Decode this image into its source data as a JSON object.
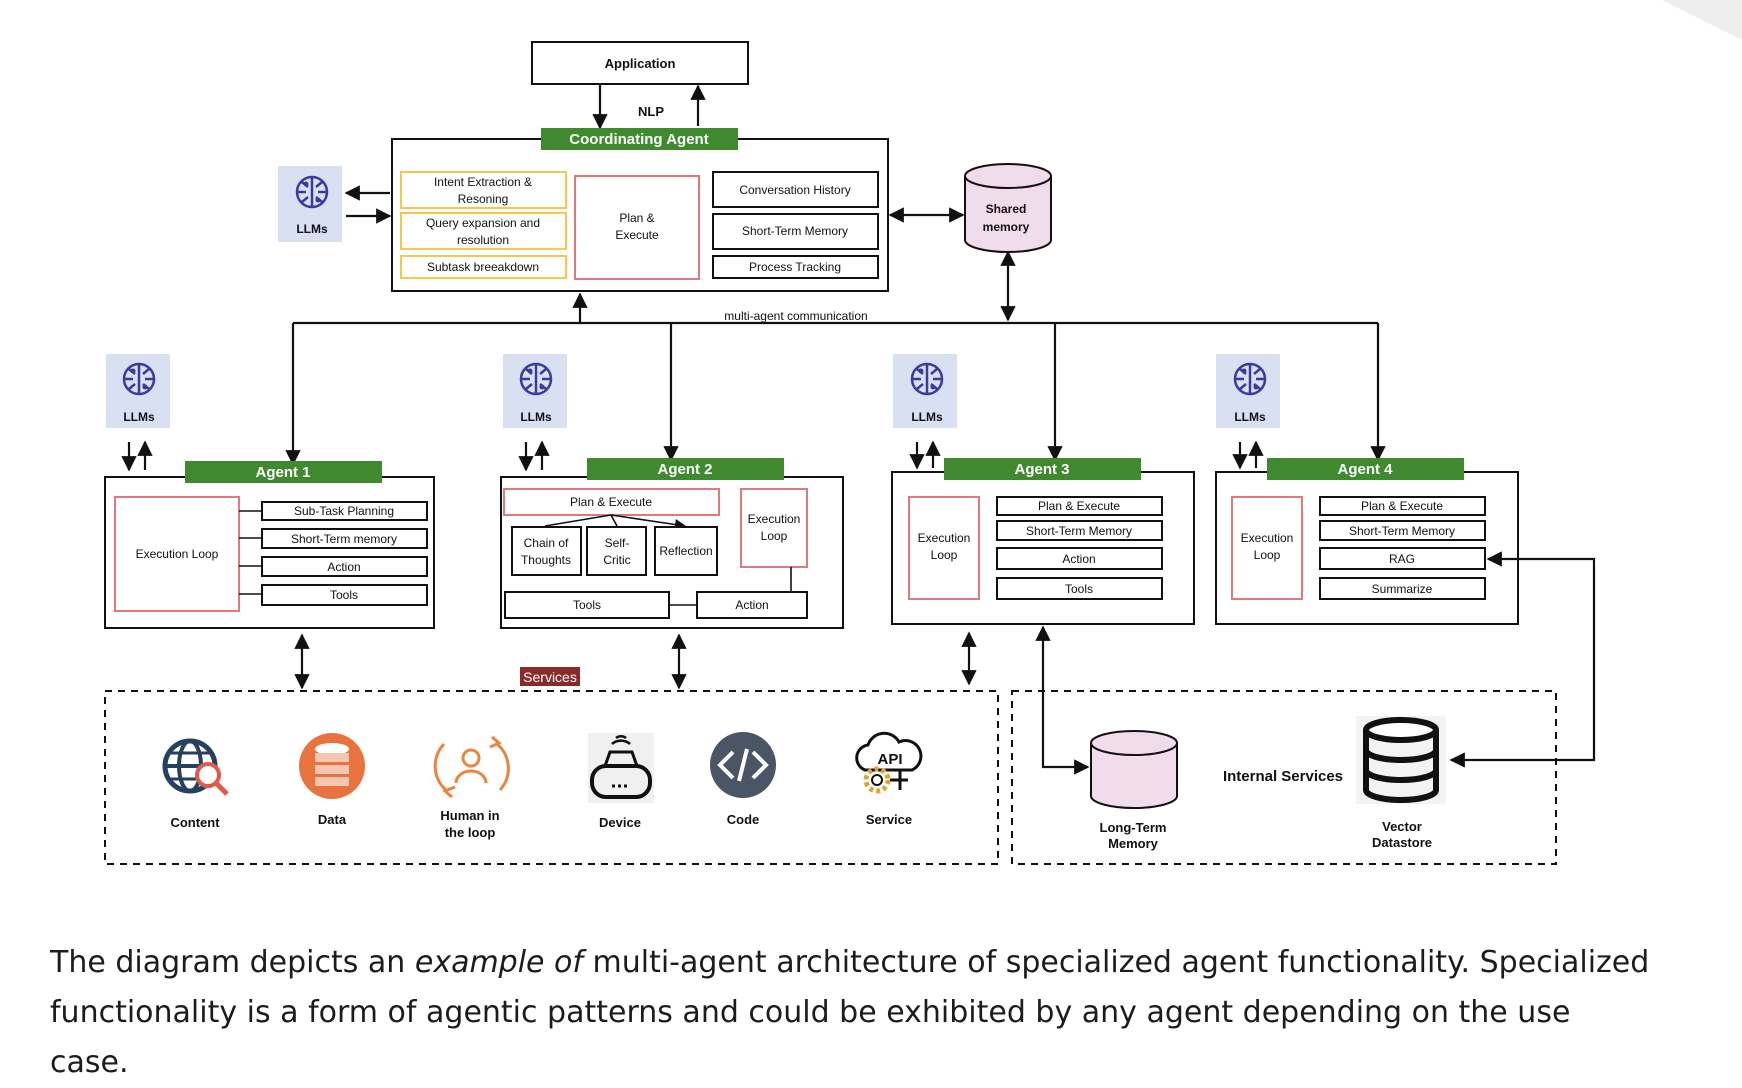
{
  "top": {
    "application": "Application",
    "nlp": "NLP",
    "coordinating_agent": "Coordinating Agent",
    "intent_line1": "Intent Extraction &",
    "intent_line2": "Resoning",
    "query_line1": "Query expansion and",
    "query_line2": "resolution",
    "subtask": "Subtask breeakdown",
    "plan_line1": "Plan &",
    "plan_line2": "Execute",
    "conversation_history": "Conversation History",
    "short_term_memory": "Short-Term Memory",
    "process_tracking": "Process Tracking",
    "shared_line1": "Shared",
    "shared_line2": "memory",
    "llms": "LLMs",
    "multi_agent_communication": "multi-agent communication"
  },
  "agent1": {
    "title": "Agent 1",
    "llms": "LLMs",
    "execution_loop": "Execution Loop",
    "items": [
      "Sub-Task Planning",
      "Short-Term memory",
      "Action",
      "Tools"
    ]
  },
  "agent2": {
    "title": "Agent 2",
    "llms": "LLMs",
    "plan_execute": "Plan & Execute",
    "exec_line1": "Execution",
    "exec_line2": "Loop",
    "chain_line1": "Chain of",
    "chain_line2": "Thoughts",
    "self_line1": "Self-",
    "self_line2": "Critic",
    "reflection": "Reflection",
    "tools": "Tools",
    "action": "Action"
  },
  "agent3": {
    "title": "Agent 3",
    "llms": "LLMs",
    "exec_line1": "Execution",
    "exec_line2": "Loop",
    "items": [
      "Plan & Execute",
      "Short-Term Memory",
      "Action",
      "Tools"
    ]
  },
  "agent4": {
    "title": "Agent  4",
    "llms": "LLMs",
    "exec_line1": "Execution",
    "exec_line2": "Loop",
    "items": [
      "Plan & Execute",
      "Short-Term Memory",
      "RAG",
      "Summarize"
    ]
  },
  "services": {
    "label": "Services",
    "content": "Content",
    "data": "Data",
    "human_line1": "Human in",
    "human_line2": "the loop",
    "device": "Device",
    "code": "Code",
    "service": "Service",
    "api": "API"
  },
  "internal": {
    "label": "Internal Services",
    "ltm_line1": "Long-Term",
    "ltm_line2": "Memory",
    "vec_line1": "Vector",
    "vec_line2": "Datastore"
  },
  "caption": {
    "part1": "The diagram depicts an ",
    "italic": "example of",
    "part2": " multi-agent architecture of specialized agent functionality. Specialized functionality is a form of agentic patterns and could be exhibited by any agent depending on the use case."
  },
  "colors": {
    "green": "#3f8a2e",
    "yellow_border": "#f2c94c",
    "red_border": "#e07a7a",
    "llm_bg": "#d8e0f2",
    "brain_icon": "#3b3a9e",
    "memory_fill": "#f0dcea",
    "services_badge": "#8a2b2b"
  }
}
